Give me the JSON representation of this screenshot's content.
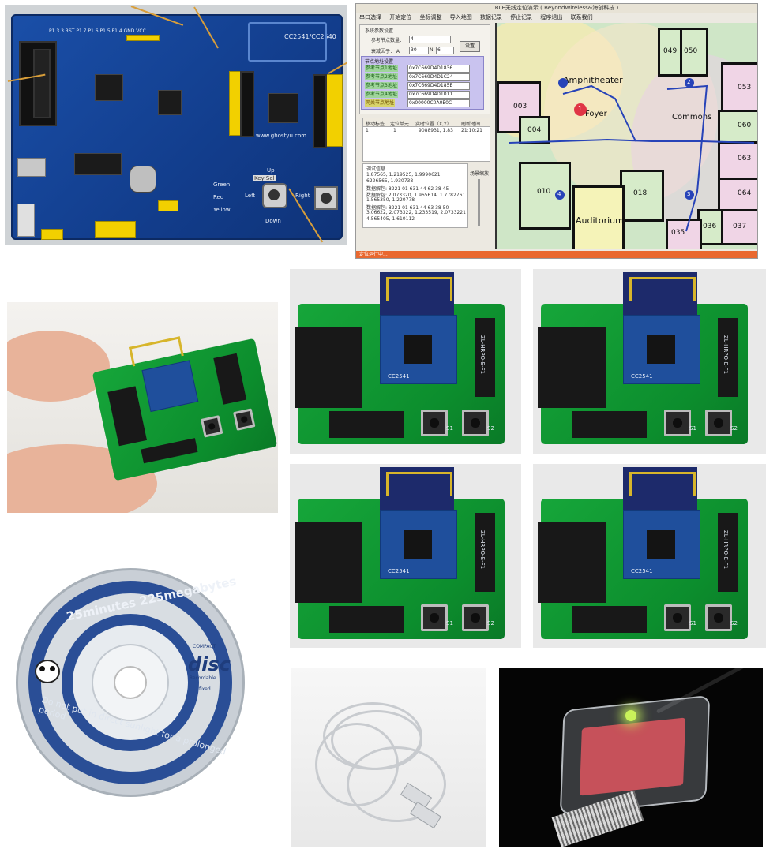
{
  "board": {
    "silk_top": "P1 3.3 RST P1.7 P1.6 P1.5 P1.4 GND VCC",
    "silk_chip": "CC2541/CC2540",
    "silk_url": "www.ghostyu.com",
    "silk_green": "Green",
    "silk_red": "Red",
    "silk_yellow": "Yellow",
    "silk_left": "Left",
    "silk_right": "Right",
    "silk_up": "Up",
    "silk_down": "Down",
    "silk_key": "Key Sel"
  },
  "software": {
    "title": "BLE无线定位演示 ( BeyondWireless&海创科技 )",
    "menu": [
      "串口选择",
      "开始定位",
      "坐标调整",
      "导入地图",
      "数据记录",
      "停止记录",
      "程序退出",
      "联系我们"
    ],
    "params_group": "系统参数设置",
    "param1_label": "参考节点数量：",
    "param1_value": "4",
    "param2_label": "衰减因子：  A",
    "param2_value": "30",
    "param3_label": "N",
    "param3_value": "6",
    "set_button": "设置",
    "nodes_group": "节点地址设置",
    "node_labels": [
      "参考节点1地址",
      "参考节点2地址",
      "参考节点3地址",
      "参考节点4地址",
      "网关节点地址"
    ],
    "node_values": [
      "0x7C669D4D1836",
      "0x7C669D4D1C24",
      "0x7C669D4D185B",
      "0x7C669D4D1011",
      "0x00000C0A0E0C"
    ],
    "table_headers": [
      "移动标签",
      "定位单元",
      "实时位置（X,Y）",
      "刷新时间"
    ],
    "table_row": [
      "1",
      "1",
      "9088931,  1.83",
      "21:10:21"
    ],
    "log_group": "调试信息",
    "log_lines": [
      "1.87565, 1.219525, 1.9990621",
      "6226565, 1.930738",
      "数据解包: 8221 01 631 44 62 38 45",
      "数据解包: 2.073320, 1.965614, 1.7782761",
      "1.565350, 1.220778",
      "数据解包: 8221 01 631 44 63 38 50",
      "3.06622, 2.073322, 1.233519, 2.0733221",
      "4.565405, 1.610112"
    ],
    "zoom_label": "场景缩放",
    "status": "定位运行中..."
  },
  "map": {
    "rooms": [
      "049",
      "050",
      "053",
      "003",
      "004",
      "060",
      "063",
      "010",
      "018",
      "064",
      "036",
      "037",
      "035"
    ],
    "labels": [
      "Amphitheater",
      "Foyer",
      "Commons",
      "Auditorium"
    ],
    "markers": [
      "1",
      "2",
      "3",
      "4"
    ]
  },
  "disc": {
    "top_text": "25minutes 225megabytes",
    "logo": "disc",
    "logo_small": "COMPACT",
    "logo_rec": "Recordable",
    "logo_fixed": "fixed",
    "bottom_text": "Do not put in direct sunlight for a prolonged period"
  },
  "boards_silk": {
    "module_text": "CC2541",
    "right_header": "ZL-HRPO-E-F1",
    "s1": "S1",
    "s2": "S2"
  }
}
